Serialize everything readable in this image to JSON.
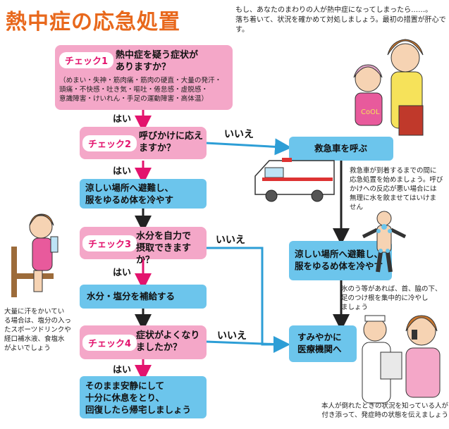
{
  "title": "熱中症の応急処置",
  "intro": [
    "もし、あなたのまわりの人が熱中症になってしまったら……。",
    "落ち着いて、状況を確かめて対処しましょう。最初の措置が肝心です。"
  ],
  "checks": [
    {
      "badge": "チェック1",
      "question": [
        "熱中症を疑う症状が",
        "ありますか？"
      ],
      "detail": [
        "（めまい・失神・筋肉痛・筋肉の硬直・大量の発汗・",
        "頭痛・不快感・吐き気・嘔吐・倦怠感・虚脱感・",
        "意識障害・けいれん・手足の運動障害・高体温）"
      ]
    },
    {
      "badge": "チェック2",
      "question": [
        "呼びかけに応え",
        "ますか？"
      ]
    },
    {
      "badge": "チェック3",
      "question": [
        "水分を自力で",
        "摂取できますか？"
      ]
    },
    {
      "badge": "チェック4",
      "question": [
        "症状がよくなり",
        "ましたか？"
      ]
    }
  ],
  "labels": {
    "yes": "はい",
    "no": "いいえ"
  },
  "actions": {
    "cool1": [
      "涼しい場所へ避難し、",
      "服をゆるめ体を冷やす"
    ],
    "hydrate": "水分・塩分を補給する",
    "rest": [
      "そのまま安静にして",
      "十分に休息をとり、",
      "回復したら帰宅しましょう"
    ],
    "ambulance": "救急車を呼ぶ",
    "cool2": [
      "涼しい場所へ避難し、",
      "服をゆるめ体を冷やす"
    ],
    "hospital": [
      "すみやかに",
      "医療機関へ"
    ]
  },
  "notes": {
    "ambulance": [
      "救急車が到着するまでの間に",
      "応急処置を始めましょう。呼び",
      "かけへの反応が悪い場合には",
      "無理に水を飲ませてはいけま",
      "せん"
    ],
    "ice": [
      "氷のう等があれば、首、脇の下、",
      "足のつけ根を集中的に冷やし",
      "ましょう"
    ],
    "sweat": [
      "大量に汗をかいてい",
      "る場合は、塩分の入っ",
      "たスポーツドリンクや",
      "経口補水液、食塩水",
      "がよいでしょう"
    ],
    "hospital": [
      "本人が倒れたときの状況を知っている人が",
      "付き添って、発症時の状態を伝えましょう"
    ]
  },
  "colors": {
    "title": "#e8681c",
    "pink": "#f4a7c8",
    "blue": "#6cc5ec",
    "accent": "#e3136d"
  }
}
